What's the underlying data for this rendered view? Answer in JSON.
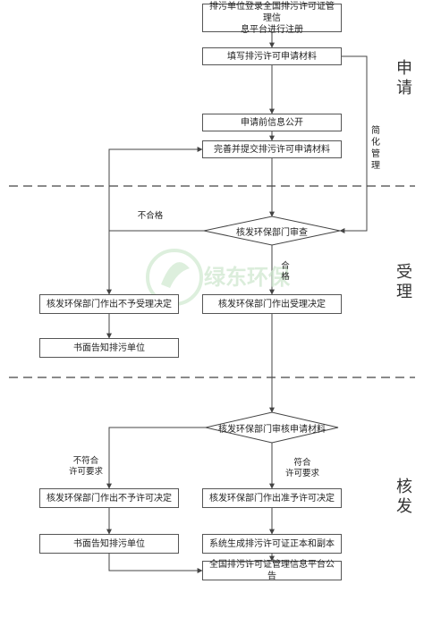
{
  "boxes": {
    "start": "排污单位登录全国排污许可证管理信\n息平台进行注册",
    "fill": "填写排污许可申请材料",
    "publicize": "申请前信息公开",
    "submit": "完善并提交排污许可申请材料",
    "reject_accept": "核发环保部门作出不予受理决定",
    "accept": "核发环保部门作出受理决定",
    "notify_reject_accept": "书面告知排污单位",
    "reject_permit": "核发环保部门作出不予许可决定",
    "approve_permit": "核发环保部门作出准予许可决定",
    "notify_reject_permit": "书面告知排污单位",
    "generate": "系统生成排污许可证正本和副本",
    "announce": "全国排污许可证管理信息平台公告"
  },
  "decisions": {
    "review": "核发环保部门审查",
    "review_material": "核发环保部门审核申请材料"
  },
  "edge_labels": {
    "unqualified": "不合格",
    "qualified": "合\n格",
    "not_meet": "不符合\n许可要求",
    "meet": "符合\n许可要求",
    "simplified": [
      "简",
      "化",
      "管",
      "理"
    ]
  },
  "sections": {
    "apply": [
      "申",
      "请"
    ],
    "accept": [
      "受",
      "理"
    ],
    "issue": [
      "核",
      "发"
    ]
  },
  "watermark": {
    "brand": "绿东环保"
  }
}
